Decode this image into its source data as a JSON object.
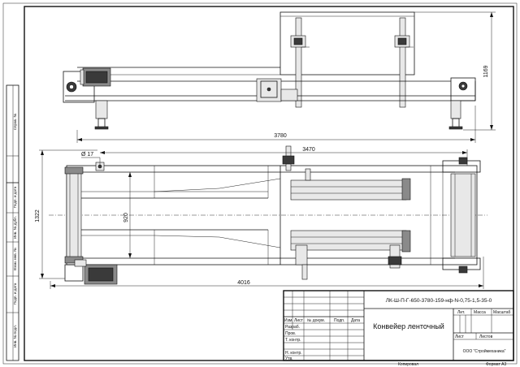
{
  "dimensions": {
    "height_side": "1169",
    "length_top": "3780",
    "length_inner": "3470",
    "diameter": "Ø 17",
    "width_total": "1322",
    "width_belt": "920",
    "length_total": "4016"
  },
  "side_stamps": {
    "inv_ref": "Справ. №",
    "sign_date_1": "Подп. и дата",
    "dup_inv": "Инв. № дубл.",
    "replace_inv": "Взам. инв. №",
    "sign_date_2": "Подп. и дата",
    "orig_inv": "Инв. № подл."
  },
  "title_block": {
    "designation": "ЛК-Ш-П-Г-650-3780-159-нф-N-0,75-1,5-35-0",
    "product_name": "Конвейер ленточный",
    "company": "ООО \"Строймеханика\"",
    "col_izm": "Изм.",
    "col_list": "Лист",
    "col_doc": "№ докум.",
    "col_sign": "Подп.",
    "col_date": "Дата",
    "row_razrab": "Разраб.",
    "row_prov": "Пров.",
    "row_tkontr": "Т. контр.",
    "row_nkontr": "Н. контр.",
    "row_utv": "Утв.",
    "lit": "Лит.",
    "mass": "Масса",
    "scale": "Масштаб",
    "sheet": "Лист",
    "sheets": "Листов",
    "copied": "Копировал",
    "format": "Формат А3"
  }
}
